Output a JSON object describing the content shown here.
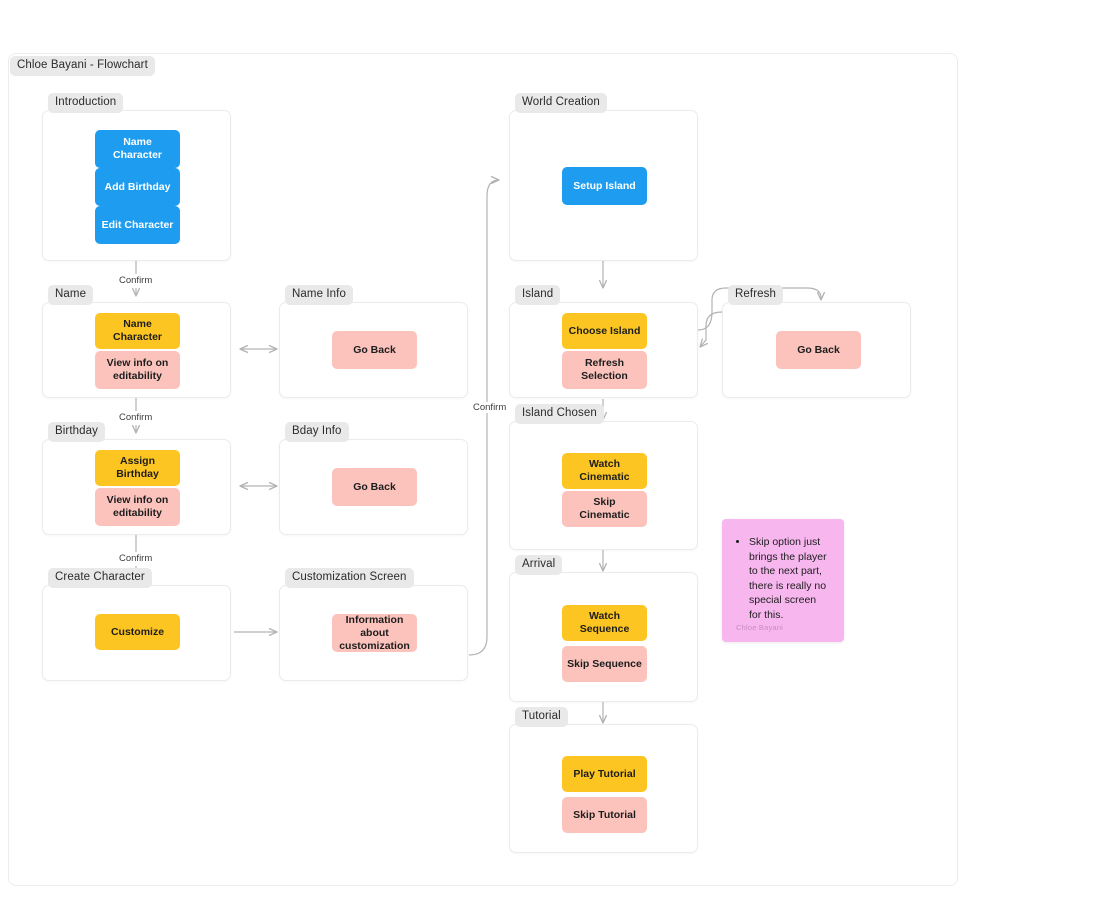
{
  "board": {
    "title": "Chloe Bayani - Flowchart"
  },
  "frames": [
    {
      "id": "introduction",
      "label": "Introduction",
      "nodes": [
        {
          "label": "Name Character",
          "color": "blue"
        },
        {
          "label": "Add Birthday",
          "color": "blue"
        },
        {
          "label": "Edit Character",
          "color": "blue"
        }
      ]
    },
    {
      "id": "name",
      "label": "Name",
      "nodes": [
        {
          "label": "Name Character",
          "color": "yellow"
        },
        {
          "label": "View info on editability",
          "color": "pink"
        }
      ]
    },
    {
      "id": "name-info",
      "label": "Name Info",
      "nodes": [
        {
          "label": "Go Back",
          "color": "pink"
        }
      ]
    },
    {
      "id": "birthday",
      "label": "Birthday",
      "nodes": [
        {
          "label": "Assign Birthday",
          "color": "yellow"
        },
        {
          "label": "View info on editability",
          "color": "pink"
        }
      ]
    },
    {
      "id": "bday-info",
      "label": "Bday Info",
      "nodes": [
        {
          "label": "Go Back",
          "color": "pink"
        }
      ]
    },
    {
      "id": "create-character",
      "label": "Create Character",
      "nodes": [
        {
          "label": "Customize",
          "color": "yellow"
        }
      ]
    },
    {
      "id": "customization-screen",
      "label": "Customization Screen",
      "nodes": [
        {
          "label": "Information about customization",
          "color": "pink"
        }
      ]
    },
    {
      "id": "world-creation",
      "label": "World Creation",
      "nodes": [
        {
          "label": "Setup Island",
          "color": "blue"
        }
      ]
    },
    {
      "id": "island",
      "label": "Island",
      "nodes": [
        {
          "label": "Choose Island",
          "color": "yellow"
        },
        {
          "label": "Refresh Selection",
          "color": "pink"
        }
      ]
    },
    {
      "id": "refresh",
      "label": "Refresh",
      "nodes": [
        {
          "label": "Go Back",
          "color": "pink"
        }
      ]
    },
    {
      "id": "island-chosen",
      "label": "Island Chosen",
      "nodes": [
        {
          "label": "Watch Cinematic",
          "color": "yellow"
        },
        {
          "label": "Skip Cinematic",
          "color": "pink"
        }
      ]
    },
    {
      "id": "arrival",
      "label": "Arrival",
      "nodes": [
        {
          "label": "Watch Sequence",
          "color": "yellow"
        },
        {
          "label": "Skip Sequence",
          "color": "pink"
        }
      ]
    },
    {
      "id": "tutorial",
      "label": "Tutorial",
      "nodes": [
        {
          "label": "Play Tutorial",
          "color": "yellow"
        },
        {
          "label": "Skip Tutorial",
          "color": "pink"
        }
      ]
    }
  ],
  "connector_labels": {
    "confirm_1": "Confirm",
    "confirm_2": "Confirm",
    "confirm_3": "Confirm",
    "confirm_4": "Confirm"
  },
  "sticky": {
    "bullets": [
      "Skip option just brings the player to the next part, there is really no special screen for this."
    ],
    "author": "Chloe Bayani"
  },
  "colors": {
    "blue": "#1e9cf0",
    "yellow": "#fcc521",
    "pink": "#fbc3bc",
    "sticky": "#f7b6ee",
    "label_pill": "#e9e9e9",
    "frame_border": "#ebebeb",
    "wire": "#b3b3b3"
  }
}
